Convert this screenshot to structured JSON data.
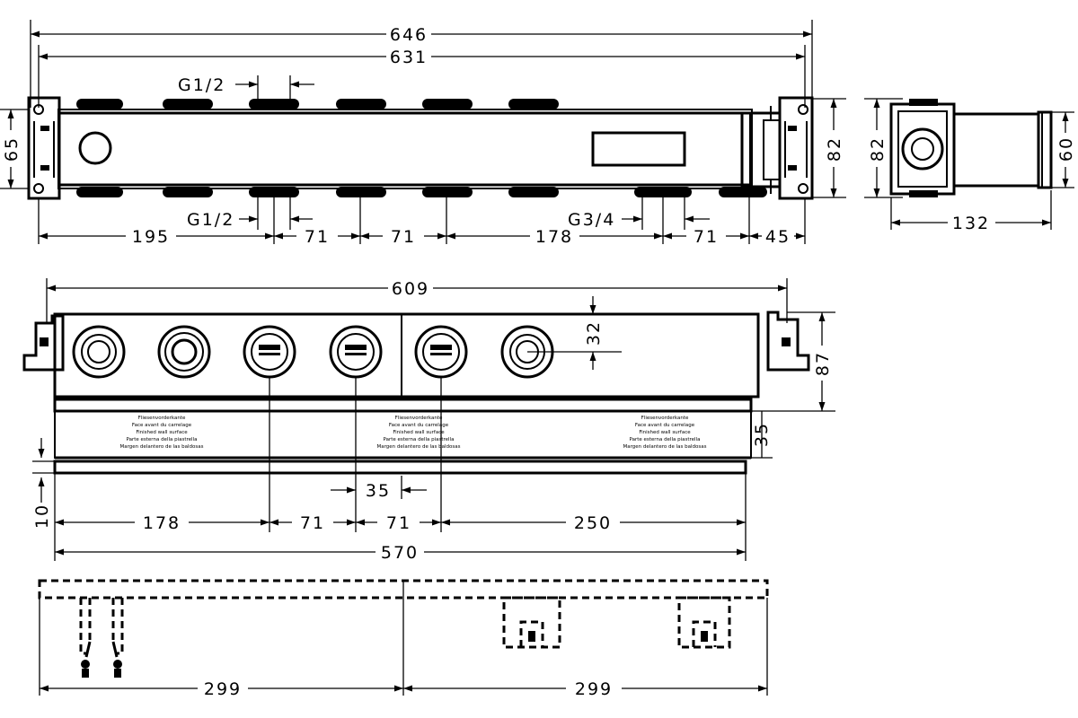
{
  "dimensions": {
    "overall_length": "646",
    "body_length": "631",
    "height_left": "65",
    "height_right": "82",
    "side_height": "82",
    "side_right": "60",
    "side_depth": "132",
    "thread_top": "G1/2",
    "thread_bottom": "G1/2",
    "thread_right": "G3/4",
    "bottom_195": "195",
    "bottom_71a": "71",
    "bottom_71b": "71",
    "bottom_178": "178",
    "bottom_71c": "71",
    "bottom_45": "45",
    "front_length": "609",
    "front_32": "32",
    "front_87": "87",
    "front_35_right": "35",
    "front_10": "10",
    "front_35_center": "35",
    "front_178": "178",
    "front_71a": "71",
    "front_71b": "71",
    "front_250": "250",
    "front_570": "570",
    "rail_299_left": "299",
    "rail_299_right": "299"
  },
  "label_lines": [
    "Fliesenvorderkante",
    "Face avant du carrelage",
    "Finished wall surface",
    "Parte esterna della piastrella",
    "Margen delantero de las baldosas"
  ]
}
